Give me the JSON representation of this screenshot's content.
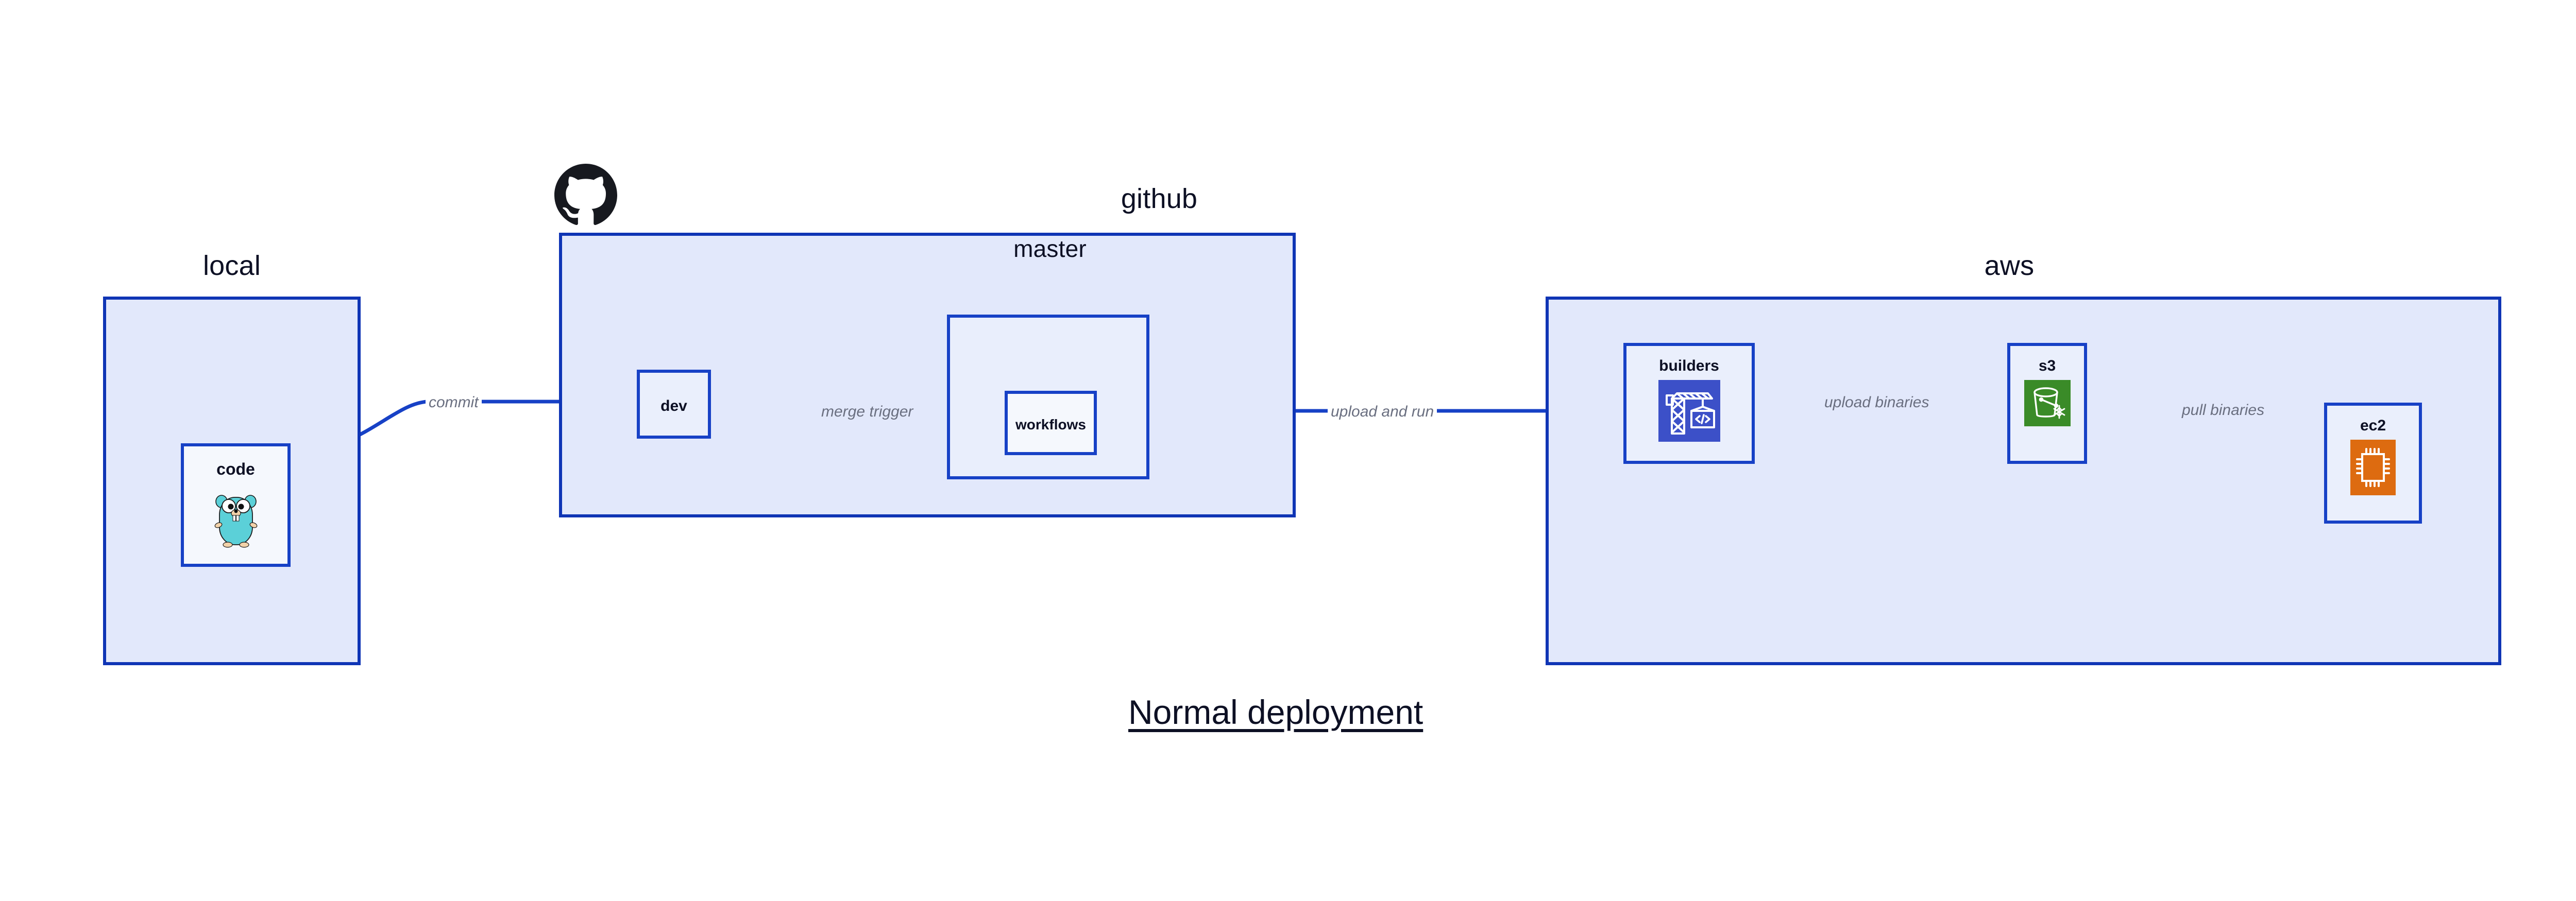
{
  "diagram": {
    "caption": "Normal deployment",
    "colors": {
      "group_fill": "#e2e8fb",
      "group_stroke": "#0f35b5",
      "node_fill": "#eaeffc",
      "node_stroke": "#1741c6",
      "edge_stroke": "#1741c6",
      "edge_label_text": "#6a6f80",
      "title_text": "#0d1024",
      "builders_icon_bg": "#3c50c8",
      "s3_icon_bg": "#3a8b28",
      "ec2_icon_bg": "#dd6b10",
      "gopher_body": "#5bd0d8",
      "github_logo": "#17191f"
    },
    "groups": [
      {
        "id": "local",
        "label": "local",
        "nodes": [
          {
            "id": "code",
            "label": "code",
            "icon": "go-gopher-icon"
          }
        ]
      },
      {
        "id": "github",
        "label": "github",
        "logo": "github-octocat-icon",
        "nodes": [
          {
            "id": "dev",
            "label": "dev",
            "icon": "none"
          }
        ],
        "subgroups": [
          {
            "id": "master",
            "label": "master",
            "nodes": [
              {
                "id": "workflows",
                "label": "workflows",
                "icon": "none"
              }
            ]
          }
        ]
      },
      {
        "id": "aws",
        "label": "aws",
        "nodes": [
          {
            "id": "builders",
            "label": "builders",
            "icon": "aws-codebuild-crane-icon"
          },
          {
            "id": "s3",
            "label": "s3",
            "icon": "aws-s3-bucket-glacier-icon"
          },
          {
            "id": "ec2",
            "label": "ec2",
            "icon": "aws-ec2-chip-icon"
          }
        ]
      }
    ],
    "edges": [
      {
        "id": "code-to-dev",
        "label": "commit",
        "from": "code",
        "to": "dev"
      },
      {
        "id": "dev-to-workflows",
        "label": "merge trigger",
        "from": "dev",
        "to": "workflows"
      },
      {
        "id": "workflows-to-builders",
        "label": "upload and run",
        "from": "workflows",
        "to": "builders"
      },
      {
        "id": "builders-to-s3",
        "label": "upload binaries",
        "from": "builders",
        "to": "s3"
      },
      {
        "id": "s3-to-ec2",
        "label": "pull binaries",
        "from": "s3",
        "to": "ec2"
      }
    ]
  }
}
